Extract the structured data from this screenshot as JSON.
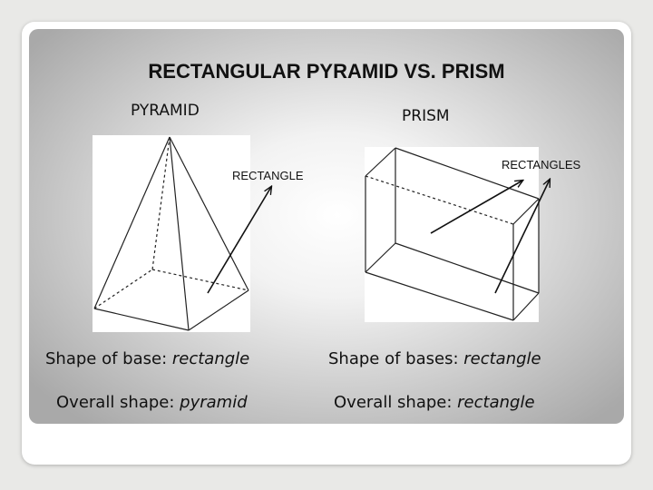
{
  "slide": {
    "title": "RECTANGULAR PYRAMID VS. PRISM",
    "pyramid": {
      "heading": "PYRAMID",
      "annotation": "RECTANGLE",
      "base_caption_prefix": "Shape of base: ",
      "base_caption_value": "rectangle",
      "overall_caption_prefix": "Overall shape: ",
      "overall_caption_value": "pyramid"
    },
    "prism": {
      "heading": "PRISM",
      "annotation": "RECTANGLES",
      "base_caption_prefix": "Shape of bases: ",
      "base_caption_value": "rectangle",
      "overall_caption_prefix": "Overall shape: ",
      "overall_caption_value": "rectangle"
    }
  }
}
